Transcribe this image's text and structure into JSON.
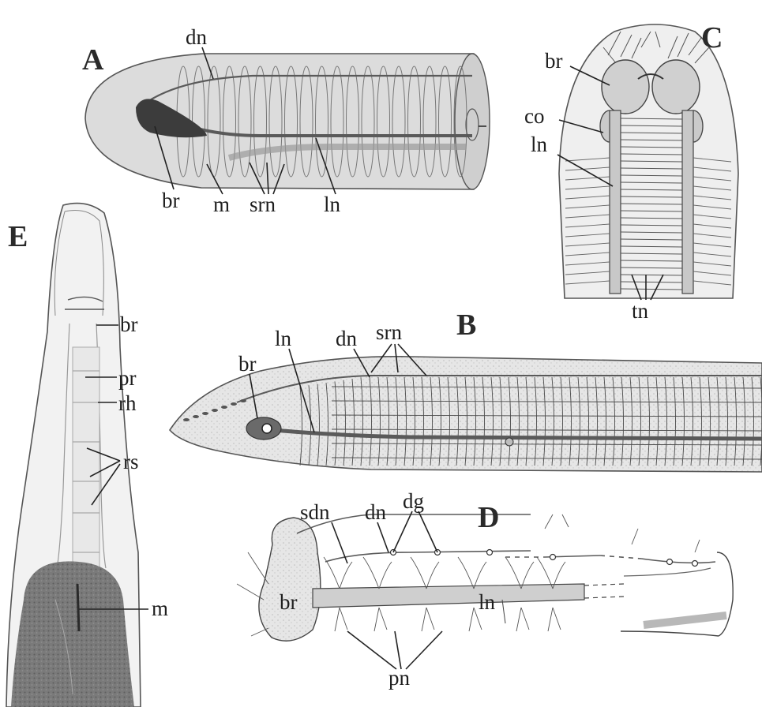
{
  "panels": [
    {
      "letter": "A",
      "labels": [
        "dn",
        "br",
        "m",
        "srn",
        "ln"
      ]
    },
    {
      "letter": "B",
      "labels": [
        "br",
        "ln",
        "dn",
        "srn"
      ]
    },
    {
      "letter": "C",
      "labels": [
        "br",
        "co",
        "ln",
        "tn"
      ]
    },
    {
      "letter": "D",
      "labels": [
        "sdn",
        "dn",
        "dg",
        "br",
        "ln",
        "pn"
      ]
    },
    {
      "letter": "E",
      "labels": [
        "br",
        "pr",
        "rh",
        "rs",
        "m"
      ]
    }
  ],
  "colors": {
    "ink": "#222222",
    "tissue": "#d6d6d6",
    "nerve": "#5a5a5a",
    "dark": "#4a4a4a"
  }
}
